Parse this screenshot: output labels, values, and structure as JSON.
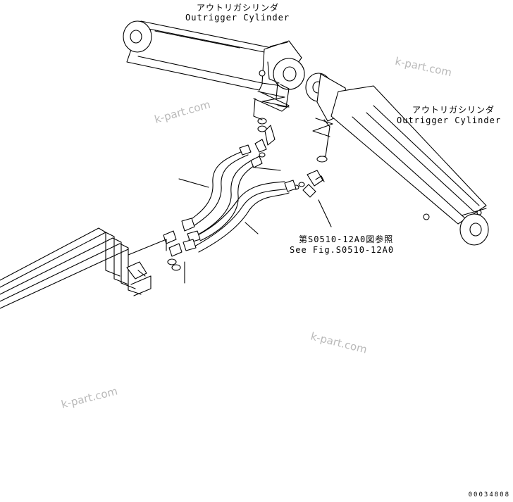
{
  "labels": {
    "cylinder_top_jp": "アウトリガシリンダ",
    "cylinder_top_en": "Outrigger Cylinder",
    "cylinder_right_jp": "アウトリガシリンダ",
    "cylinder_right_en": "Outrigger Cylinder",
    "ref_jp": "第S0510-12A0図参照",
    "ref_en": "See Fig.S0510-12A0"
  },
  "watermarks": [
    "k-part.com",
    "k-part.com",
    "k-part.com",
    "k-part.com"
  ],
  "doc_number": "00034808",
  "colors": {
    "line": "#000000",
    "watermark": "#b9b9b9",
    "background": "#ffffff"
  }
}
